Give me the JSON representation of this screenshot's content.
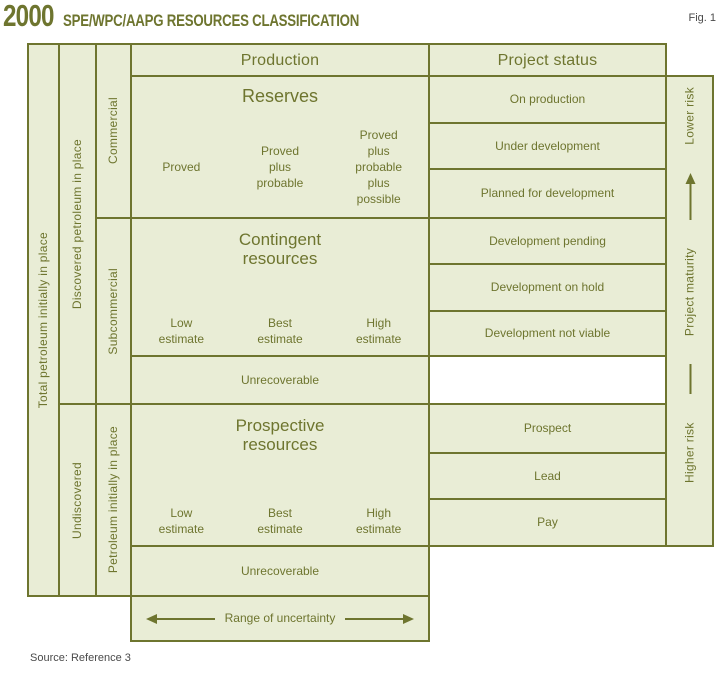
{
  "header": {
    "year": "2000",
    "title": "SPE/WPC/AAPG RESOURCES CLASSIFICATION",
    "fig": "Fig. 1"
  },
  "footer": {
    "source": "Source: Reference 3"
  },
  "colors": {
    "olive": "#6e752f",
    "cell_fill": "#e9edd6",
    "page_bg": "#ffffff",
    "footnote_gray": "#4a4a4a",
    "white_cell": "#ffffff"
  },
  "axes": {
    "total": "Total petroleum initially in place",
    "discovered": "Discovered petroleum in place",
    "undiscovered": "Undiscovered",
    "commercial": "Commercial",
    "subcommercial": "Subcommercial",
    "petroleum_in_place": "Petroleum initially in place",
    "lower_risk": "Lower risk",
    "project_maturity": "Project maturity",
    "higher_risk": "Higher risk",
    "range_of_uncertainty": "Range of uncertainty"
  },
  "production": {
    "header": "Production",
    "reserves": {
      "title": "Reserves",
      "proved": "Proved",
      "proved_plus_probable": "Proved\nplus\nprobable",
      "proved_plus_probable_plus_possible": "Proved\nplus\nprobable\nplus\npossible"
    },
    "contingent": {
      "title": "Contingent\nresources",
      "low": "Low\nestimate",
      "best": "Best\nestimate",
      "high": "High\nestimate",
      "unrecoverable": "Unrecoverable"
    },
    "prospective": {
      "title": "Prospective\nresources",
      "low": "Low\nestimate",
      "best": "Best\nestimate",
      "high": "High\nestimate",
      "unrecoverable": "Unrecoverable"
    }
  },
  "project_status": {
    "header": "Project status",
    "rows": [
      "On production",
      "Under development",
      "Planned for development",
      "Development pending",
      "Development on hold",
      "Development not viable",
      "",
      "Prospect",
      "Lead",
      "Pay"
    ]
  }
}
